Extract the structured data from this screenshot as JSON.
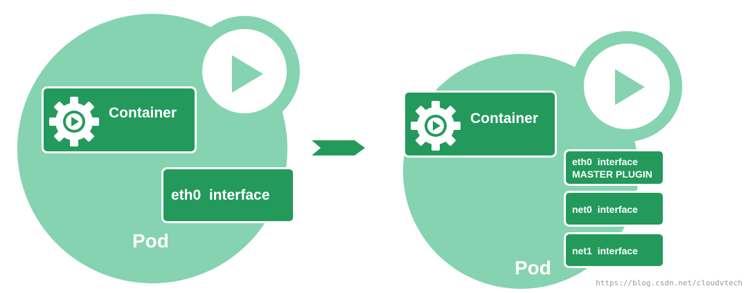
{
  "colors": {
    "pod": "#85d3b0",
    "box": "#239a5c",
    "arrow": "#239a5c",
    "play": "#85d3b0",
    "border": "#ffffff"
  },
  "left_pod": {
    "container_label": "Container",
    "interface_label": "eth0  interface",
    "pod_label": "Pod"
  },
  "right_pod": {
    "container_label": "Container",
    "interfaces": [
      {
        "line1": "eth0  interface",
        "line2": "MASTER PLUGIN"
      },
      {
        "line1": "net0  interface",
        "line2": ""
      },
      {
        "line1": "net1  interface",
        "line2": ""
      }
    ],
    "pod_label": "Pod"
  },
  "watermark": "https://blog.csdn.net/cloudvtech",
  "icons": [
    "gear-play-icon",
    "play-icon",
    "arrow-icon"
  ]
}
